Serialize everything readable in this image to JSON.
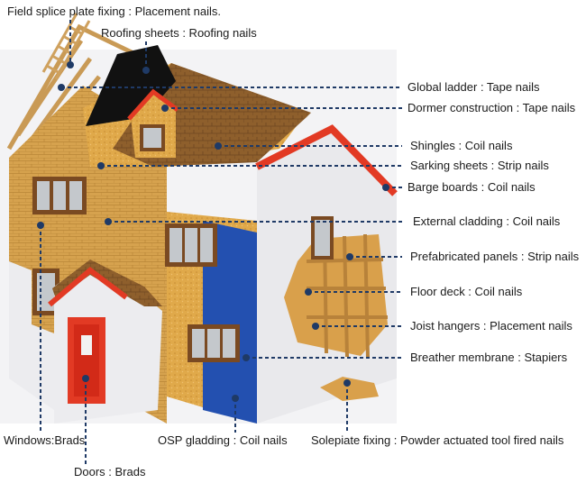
{
  "labels": {
    "field_splice": "Field splice plate fixing : Placement nails.",
    "roofing_sheets": "Roofing sheets : Roofing nails",
    "global_ladder": "Global ladder : Tape nails",
    "dormer": "Dormer construction : Tape nails",
    "shingles": "Shingles : Coil nails",
    "sarking": "Sarking sheets : Strip nails",
    "barge": "Barge boards : Coil nails",
    "external_cladding": "External cladding : Coil nails",
    "prefab_panels": "Prefabricated panels : Strip nails",
    "floor_deck": "Floor deck : Coil nails",
    "joist_hangers": "Joist hangers : Placement nails",
    "breather": "Breather membrane : Stapiers",
    "windows": "Windows:Brads",
    "osp": "OSP gladding : Coil nails",
    "solepiate": "Solepiate fixing : Powder actuated tool fired nails",
    "doors": "Doors : Brads"
  },
  "colors": {
    "leader": "#1f3a66",
    "wood": "#d8a548",
    "roof": "#8a5a28",
    "trim": "#e23a24",
    "membrane": "#2350b0",
    "render": "#e9e9ec"
  }
}
